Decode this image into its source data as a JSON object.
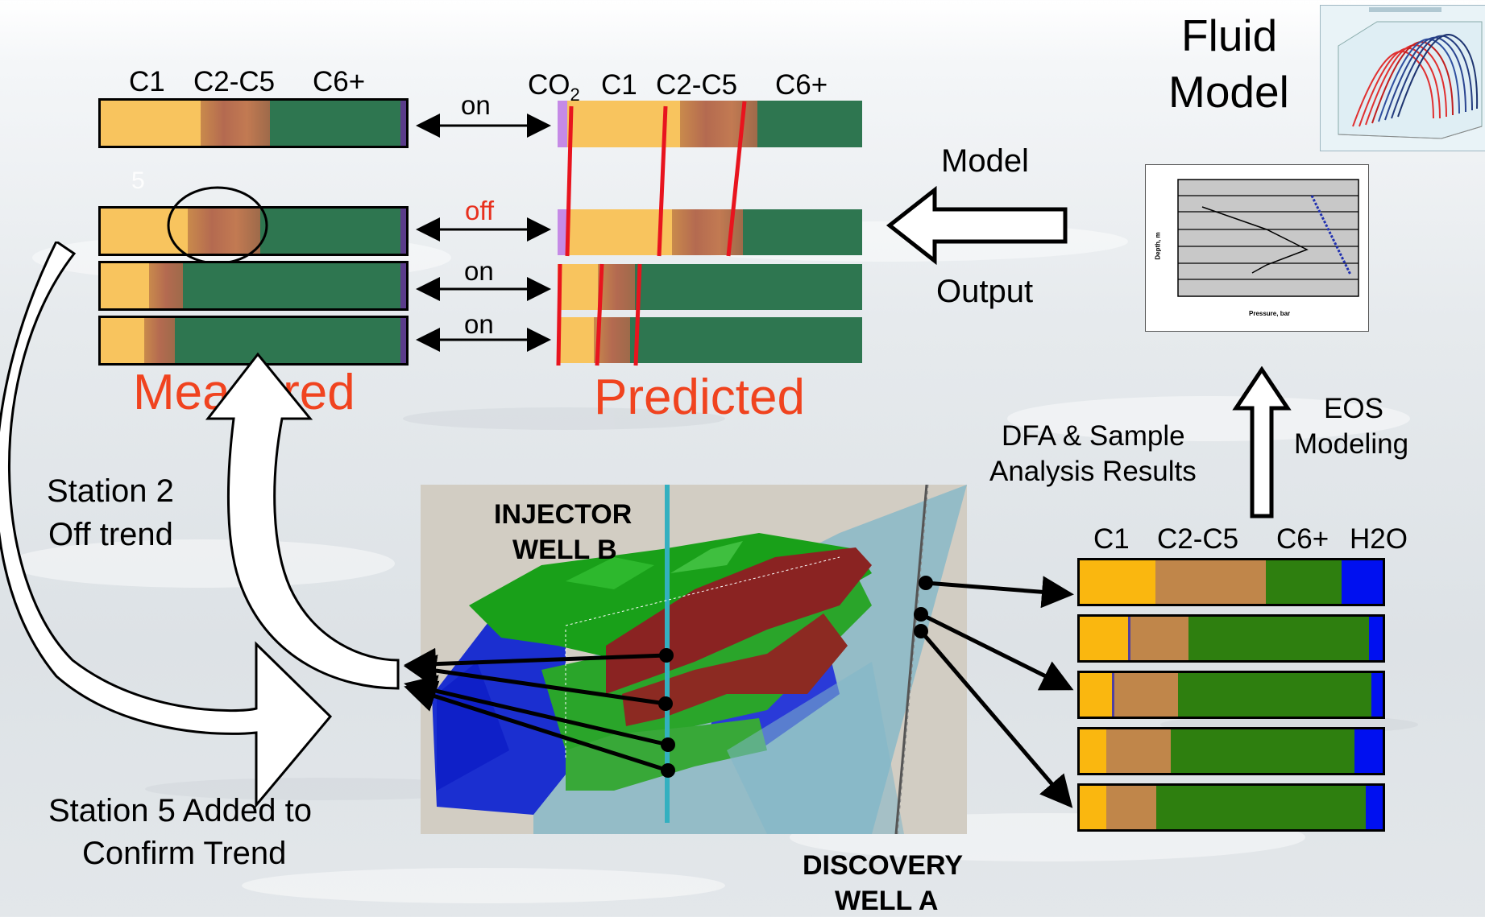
{
  "fluid_model": {
    "line1": "Fluid",
    "line2": "Model"
  },
  "measured": {
    "labels": [
      "C1",
      "C2-C5",
      "C6+"
    ],
    "caption": "Measured",
    "ghost_digit": "5"
  },
  "predicted": {
    "labels": [
      "CO",
      "2",
      "C1",
      "C2-C5",
      "C6+"
    ],
    "caption": "Predicted"
  },
  "arrows": [
    "on",
    "off",
    "on",
    "on"
  ],
  "model_output": {
    "model": "Model",
    "output": "Output"
  },
  "plot": {
    "ylabel": "Depth, m",
    "xlabel": "Pressure, bar"
  },
  "eos": {
    "line1": "EOS",
    "line2": "Modeling"
  },
  "dfa": {
    "line1": "DFA & Sample",
    "line2": "Analysis Results"
  },
  "samples": {
    "labels": [
      "C1",
      "C2-C5",
      "C6+",
      "H2O"
    ]
  },
  "stations": {
    "s2_line1": "Station 2",
    "s2_line2": "Off trend",
    "s5_line1": "Station 5 Added to",
    "s5_line2": "Confirm Trend"
  },
  "wells": {
    "injector_line1": "INJECTOR",
    "injector_line2": "WELL B",
    "discovery_line1": "DISCOVERY",
    "discovery_line2": "WELL A"
  },
  "colors": {
    "c1": "#F8C45E",
    "c2c5": "#C27A52",
    "c6plus": "#2E7650",
    "co2": "#C58AE6",
    "red": "#E8141E",
    "sample_c1": "#FAB70F",
    "sample_c2c5": "#C0864A",
    "sample_c6": "#2E7F0F",
    "sample_h2o": "#0010F0",
    "caption_red": "#F0431F"
  }
}
